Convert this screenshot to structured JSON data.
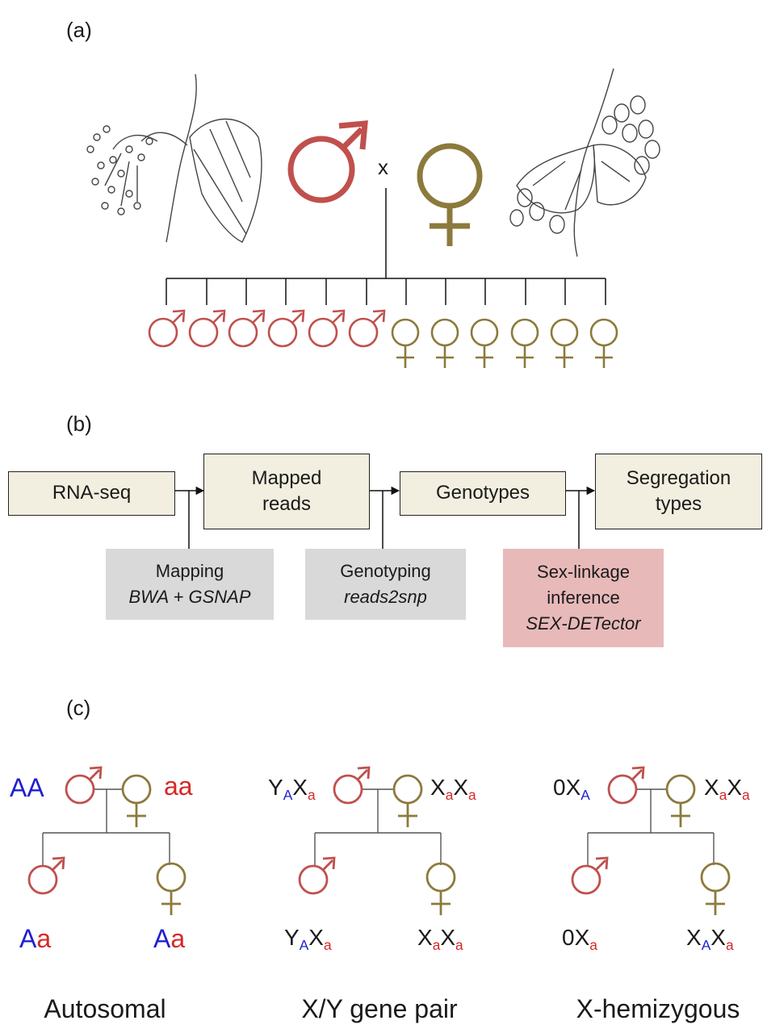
{
  "panel_a": {
    "label": "(a)",
    "cross_symbol": "x",
    "male_color": "#c0504d",
    "female_color": "#8c7a3c",
    "offspring": {
      "male_count": 6,
      "female_count": 6
    }
  },
  "panel_b": {
    "label": "(b)",
    "boxes": {
      "rnaseq": "RNA-seq",
      "mapped_line1": "Mapped",
      "mapped_line2": "reads",
      "genotypes": "Genotypes",
      "seg_line1": "Segregation",
      "seg_line2": "types"
    },
    "tools": {
      "mapping_title": "Mapping",
      "mapping_software": "BWA + GSNAP",
      "genotyping_title": "Genotyping",
      "genotyping_software": "reads2snp",
      "sexlink_line1": "Sex-linkage",
      "sexlink_line2": "inference",
      "sexlink_software": "SEX-DETector"
    },
    "gray_color": "#d9d9d9",
    "pink_color": "#e8b9b9"
  },
  "panel_c": {
    "label": "(c)",
    "autosomal": {
      "caption": "Autosomal",
      "father_1": "A",
      "father_2": "A",
      "mother_1": "a",
      "mother_2": "a",
      "son_1": "A",
      "son_2": "a",
      "daughter_1": "A",
      "daughter_2": "a"
    },
    "xy": {
      "caption": "X/Y gene pair",
      "father_y": "Y",
      "father_y_sub": "A",
      "father_x": "X",
      "father_x_sub": "a",
      "mother_x1": "X",
      "mother_x1_sub": "a",
      "mother_x2": "X",
      "mother_x2_sub": "a",
      "son_y": "Y",
      "son_y_sub": "A",
      "son_x": "X",
      "son_x_sub": "a",
      "daughter_x1": "X",
      "daughter_x1_sub": "a",
      "daughter_x2": "X",
      "daughter_x2_sub": "a"
    },
    "hemi": {
      "caption": "X-hemizygous",
      "father_0": "0",
      "father_x": "X",
      "father_x_sub": "A",
      "mother_x1": "X",
      "mother_x1_sub": "a",
      "mother_x2": "X",
      "mother_x2_sub": "a",
      "son_0": "0",
      "son_x": "X",
      "son_x_sub": "a",
      "daughter_x1": "X",
      "daughter_x1_sub": "A",
      "daughter_x2": "X",
      "daughter_x2_sub": "a"
    }
  }
}
